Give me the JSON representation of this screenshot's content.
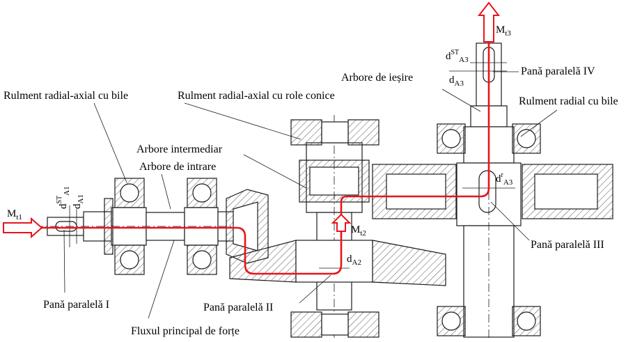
{
  "labels": {
    "rulment_radial_axial_bile": "Rulment radial-axial cu bile",
    "rulment_radial_axial_role": "Rulment radial-axial cu role conice",
    "arbore_intermediar": "Arbore intermediar",
    "arbore_intrare": "Arbore de intrare",
    "arbore_iesire": "Arbore de ieșire",
    "rulment_radial_bile": "Rulment radial cu bile",
    "pana_I": "Pană paralelă I",
    "pana_II": "Pană paralelă II",
    "pana_III": "Pană paralelă III",
    "pana_IV": "Pană paralelă IV",
    "flux": "Fluxul principal de forțe"
  },
  "symbols": {
    "mt1": {
      "base": "M",
      "sub": "t1"
    },
    "mt2": {
      "base": "M",
      "sub": "t2"
    },
    "mt3": {
      "base": "M",
      "sub": "t3"
    },
    "da1": {
      "base": "d",
      "sub": "A1"
    },
    "dsta1": {
      "base": "d",
      "sup": "ST",
      "sub": "A1"
    },
    "da2": {
      "base": "d",
      "sub": "A2"
    },
    "dra3": {
      "base": "d",
      "sup": "r",
      "sub": "A3"
    },
    "dsta3": {
      "base": "d",
      "sup": "ST",
      "sub": "A3"
    },
    "da3": {
      "base": "d",
      "sub": "A3"
    }
  },
  "colors": {
    "force_flow": "#e8141b",
    "drawing": "#1a1a1a",
    "hatch": "#555555"
  }
}
